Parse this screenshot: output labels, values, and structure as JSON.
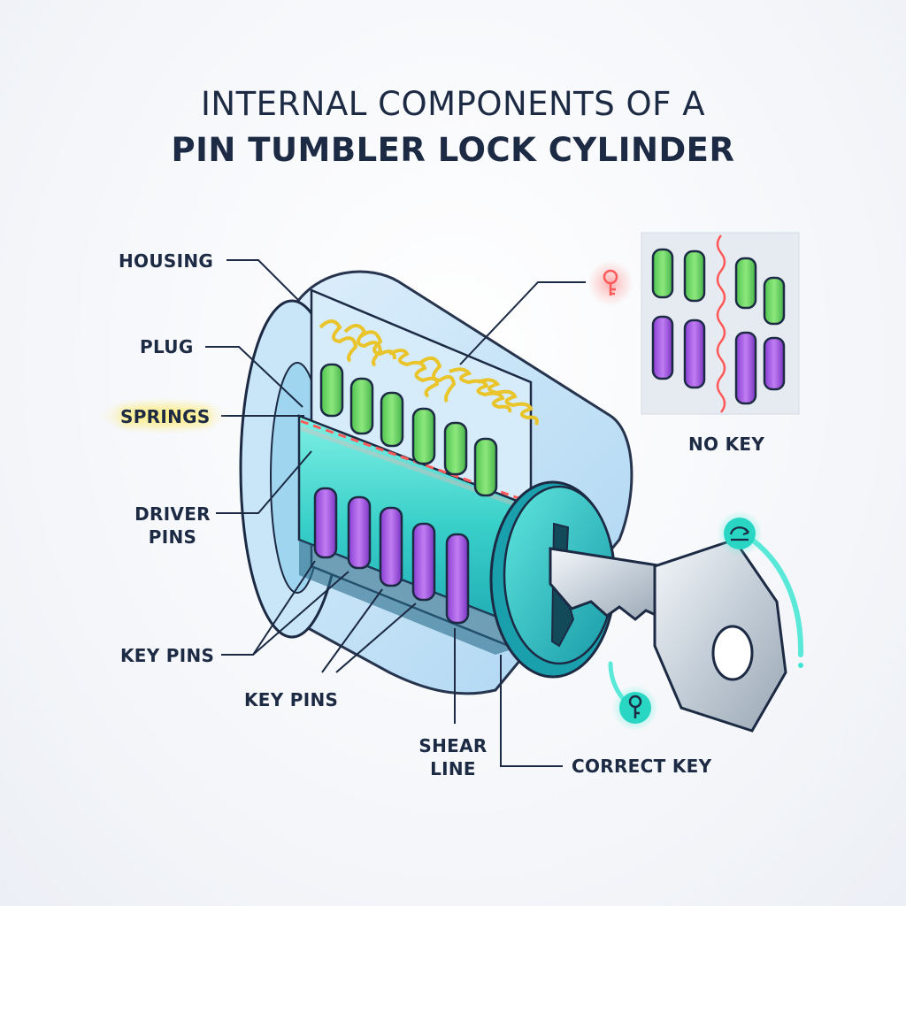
{
  "title": {
    "line1": "INTERNAL COMPONENTS OF A",
    "line2": "PIN TUMBLER LOCK CYLINDER"
  },
  "labels": {
    "housing": "HOUSING",
    "plug": "PLUG",
    "springs": "SPRINGS",
    "driver_pins_1": "DRIVER",
    "driver_pins_2": "PINS",
    "key_pins_left": "KEY PINS",
    "key_pins_center": "KEY PINS",
    "shear_line_1": "SHEAR",
    "shear_line_2": "LINE",
    "correct_key": "CORRECT KEY",
    "no_key": "NO KEY"
  },
  "icons": {
    "red_key_badge": "key-icon",
    "teal_key_badge": "key-icon",
    "rotate_badge": "rotate-arrow-icon"
  },
  "colors": {
    "title": "#1c2a44",
    "outline": "#1c2a44",
    "housing": "#bfe0f7",
    "plug": "#3fd6cf",
    "springs": "#f2d43a",
    "driver_pins": "#6fdc6a",
    "key_pins": "#a65de6",
    "shear_line": "#ff5a5a",
    "key": "#cfd8e0"
  }
}
